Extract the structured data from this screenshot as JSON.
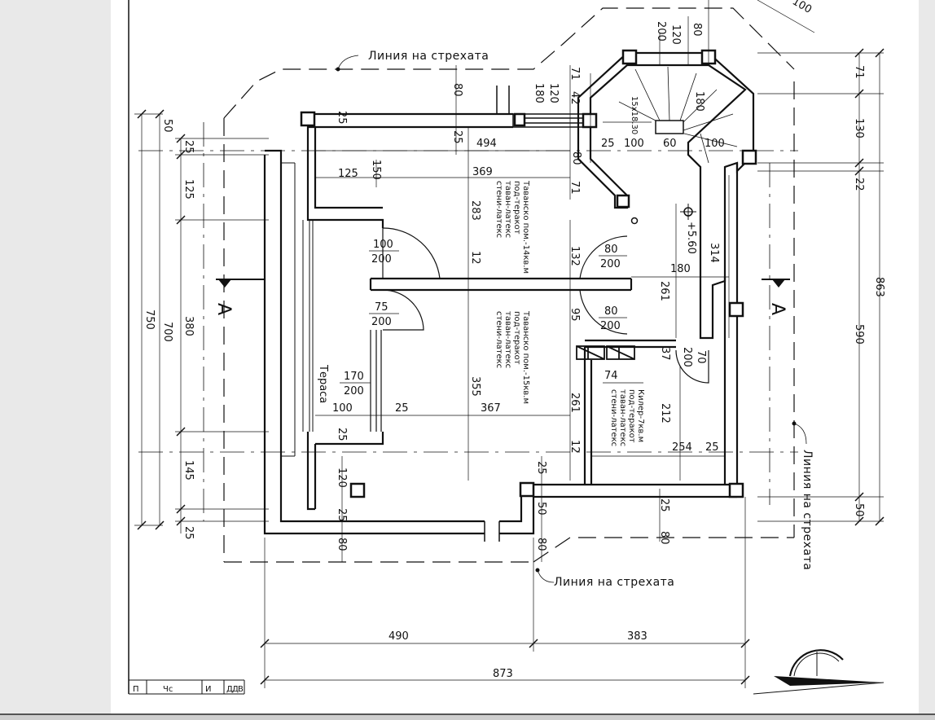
{
  "drawing": {
    "eaves_label": "Линия на стрехата",
    "terrace_label": "Тераса",
    "section_mark": "А",
    "elevation": "+5.60",
    "stairs_label": "15x18.30",
    "rooms": {
      "attic_1": [
        "Таванско пом.-14кв.м",
        "под-теракот",
        "таван-латекс",
        "стени-латекс"
      ],
      "attic_2": [
        "Таванско пом.-15кв.м",
        "под-теракот",
        "таван-латекс",
        "стени-латекс"
      ],
      "pantry": [
        "Килер-7кв.м",
        "под-теракот",
        "таван-латекс",
        "стени-латекс"
      ]
    },
    "openings": {
      "w1_top": "100",
      "w1_bottom": "200",
      "w2_top": "75",
      "w2_bottom": "200",
      "w3_top": "170",
      "w3_bottom": "200",
      "d1_top": "80",
      "d1_bottom": "200",
      "d2_top": "80",
      "d2_bottom": "200",
      "d3_top": "70",
      "d3_bottom": "200"
    },
    "dims": {
      "left_outer": "750",
      "left_inner": "700",
      "left_50": "50",
      "left_25a": "25",
      "left_125": "125",
      "left_380": "380",
      "left_145": "145",
      "left_25b": "25",
      "right_863": "863",
      "right_590": "590",
      "right_71": "71",
      "right_130": "130",
      "right_22": "22",
      "right_50": "50",
      "bottom_490": "490",
      "bottom_383": "383",
      "bottom_873": "873",
      "top_200": "200",
      "top_120": "120",
      "top_80": "80",
      "top_100": "100",
      "d_494": "494",
      "d_369": "369",
      "d_125": "125",
      "d_150": "150",
      "d_283": "283",
      "d_12a": "12",
      "d_132": "132",
      "d_95": "95",
      "d_180": "180",
      "d_261a": "261",
      "d_261b": "261",
      "d_314": "314",
      "d_355": "355",
      "d_367": "367",
      "d_100": "100",
      "d_25a": "25",
      "d_37": "37",
      "d_74": "74",
      "d_212": "212",
      "d_254": "254",
      "d_25b": "25",
      "d_12b": "12",
      "d_80a": "80",
      "d_80b": "80",
      "d_80c": "80",
      "d_80d": "80",
      "d_50a": "50",
      "d_25c": "25",
      "d_25d": "25",
      "d_25e": "25",
      "d_25f": "25",
      "d_25g": "25",
      "d_120": "120",
      "d_71a": "71",
      "d_71b": "71",
      "d_42": "42",
      "d_120b": "120",
      "d_180b": "180",
      "d_80e": "80",
      "d_25h": "25",
      "d_180c": "180",
      "st_25": "25",
      "st_100a": "100",
      "st_60": "60",
      "st_100b": "100"
    },
    "title_block": [
      "П",
      "Чс",
      "И",
      "Д",
      "Д",
      "В"
    ]
  }
}
